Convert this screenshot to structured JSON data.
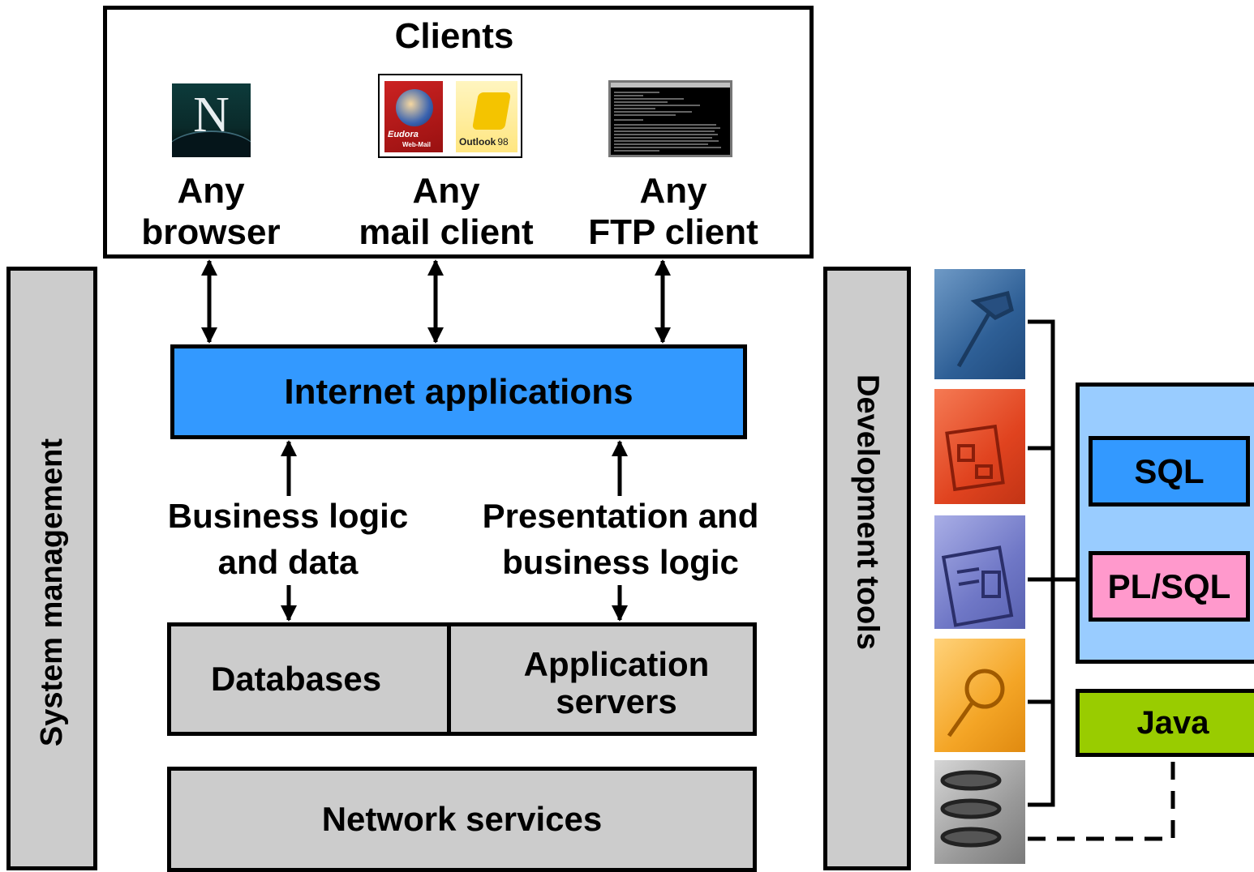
{
  "clients": {
    "title": "Clients",
    "browser": {
      "line1": "Any",
      "line2": "browser"
    },
    "mail": {
      "line1": "Any",
      "line2": "mail client",
      "eudora_logo": "Eudora",
      "eudora_sub": "Web-Mail",
      "outlook_logo": "Outlook",
      "outlook_version": "98"
    },
    "ftp": {
      "line1": "Any",
      "line2": "FTP client"
    },
    "netscape_logo": "N"
  },
  "system_management": "System management",
  "internet_applications": "Internet applications",
  "business_logic": {
    "line1": "Business logic",
    "line2": "and data"
  },
  "presentation_logic": {
    "line1": "Presentation and",
    "line2": "business logic"
  },
  "databases": "Databases",
  "app_servers": {
    "line1": "Application",
    "line2": "servers"
  },
  "network_services": "Network services",
  "development_tools": "Development tools",
  "languages": {
    "sql": "SQL",
    "plsql": "PL/SQL",
    "java": "Java"
  },
  "colors": {
    "internet_apps": "#3399ff",
    "sql": "#3399ff",
    "plsql": "#ff99cc",
    "java": "#99cc00",
    "lang_panel": "#99ccff",
    "grey": "#cccccc"
  },
  "tool_icons": [
    "hammer-icon",
    "diagram-icon",
    "document-icon",
    "magnifier-icon",
    "coffee-cups-icon"
  ]
}
